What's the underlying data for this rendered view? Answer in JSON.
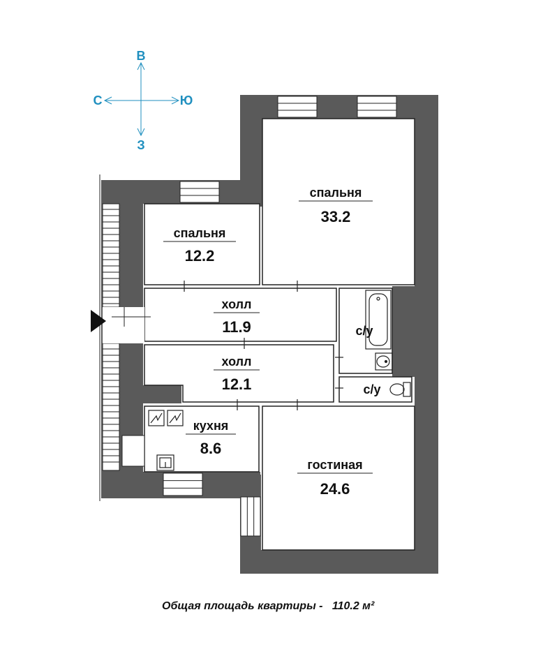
{
  "compass": {
    "north": "В",
    "south": "З",
    "west": "С",
    "east": "Ю",
    "color": "#1f8fbf"
  },
  "rooms": {
    "bedroom_small": {
      "name": "спальня",
      "area": "12.2"
    },
    "bedroom_large": {
      "name": "спальня",
      "area": "33.2"
    },
    "hall_upper": {
      "name": "холл",
      "area": "11.9"
    },
    "hall_lower": {
      "name": "холл",
      "area": "12.1"
    },
    "bath_1": {
      "name": "с/у"
    },
    "bath_2": {
      "name": "с/у"
    },
    "kitchen": {
      "name": "кухня",
      "area": "8.6"
    },
    "living": {
      "name": "гостиная",
      "area": "24.6"
    }
  },
  "footer": {
    "total_label": "Общая площадь квартиры -",
    "total_value": "110.2 м²"
  },
  "colors": {
    "wall": "#5a5a5a",
    "line": "#222222",
    "background": "#ffffff"
  }
}
